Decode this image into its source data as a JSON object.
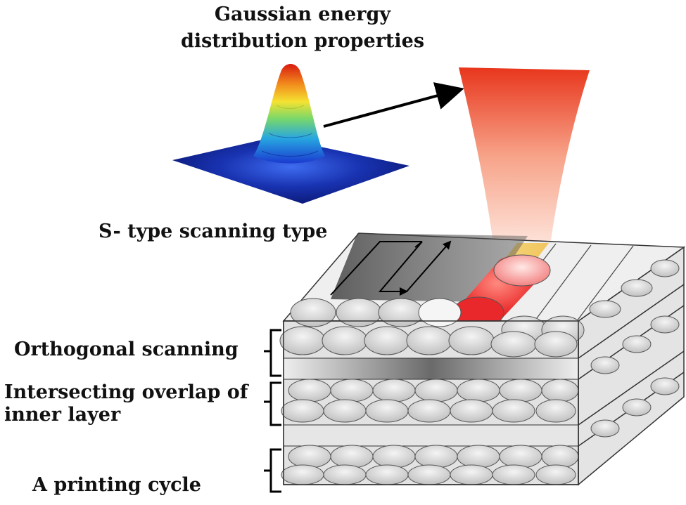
{
  "title": {
    "line1": "Gaussian energy",
    "line2": "distribution properties"
  },
  "labels": {
    "s_type": "S- type scanning type",
    "orthogonal": "Orthogonal scanning",
    "intersecting_line1": "Intersecting overlap of",
    "intersecting_line2": "inner layer",
    "printing_cycle": "A printing cycle"
  },
  "colors": {
    "beam_top": "#e8361c",
    "beam_bottom": "#fff3ee",
    "gaussian_base": "#0b1d8a",
    "gaussian_peak": "#e02010",
    "melt_pool": "#e8282a",
    "scanned_track": "#f3d27a",
    "layer_gray": "#d8d8d8"
  }
}
